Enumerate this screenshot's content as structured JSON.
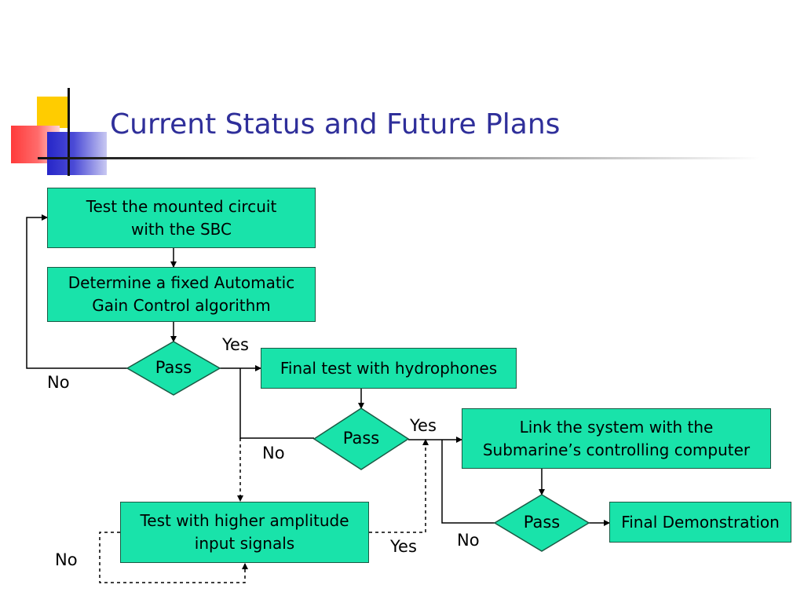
{
  "slide": {
    "title": "Current Status and Future Plans"
  },
  "colors": {
    "title": "#2f2f9a",
    "box_fill": "#19e3aa",
    "box_border": "#1b5a44",
    "deco_yellow": "#ffcc00",
    "deco_red": "#ff3333",
    "deco_blue": "#3333cc"
  },
  "flowchart": {
    "nodes": {
      "test_mounted": "Test the mounted circuit\nwith the SBC",
      "determine_agc": "Determine a fixed Automatic\nGain Control algorithm",
      "pass_1": "Pass",
      "final_test": "Final test with hydrophones",
      "pass_2": "Pass",
      "link_system": "Link the system with the\nSubmarine’s controlling computer",
      "pass_3": "Pass",
      "final_demo": "Final Demonstration",
      "test_higher": "Test with higher amplitude\ninput signals"
    },
    "edge_labels": {
      "pass1_yes": "Yes",
      "pass1_no": "No",
      "pass2_yes": "Yes",
      "pass2_no": "No",
      "pass3_no": "No",
      "higher_yes": "Yes",
      "higher_no": "No"
    }
  }
}
